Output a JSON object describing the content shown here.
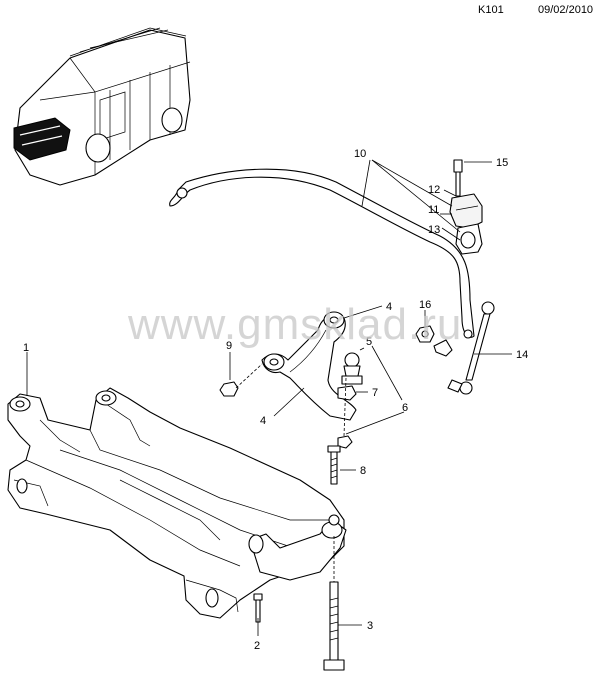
{
  "header": {
    "diagram_id": "K101",
    "date": "09/02/2010"
  },
  "watermark": {
    "text": "www.gmsklad.ru"
  },
  "callouts": [
    {
      "label": "1"
    },
    {
      "label": "2"
    },
    {
      "label": "3"
    },
    {
      "label": "4"
    },
    {
      "label": "4"
    },
    {
      "label": "5"
    },
    {
      "label": "6"
    },
    {
      "label": "7"
    },
    {
      "label": "8"
    },
    {
      "label": "9"
    },
    {
      "label": "10"
    },
    {
      "label": "11"
    },
    {
      "label": "12"
    },
    {
      "label": "13"
    },
    {
      "label": "14"
    },
    {
      "label": "15"
    },
    {
      "label": "16"
    }
  ]
}
